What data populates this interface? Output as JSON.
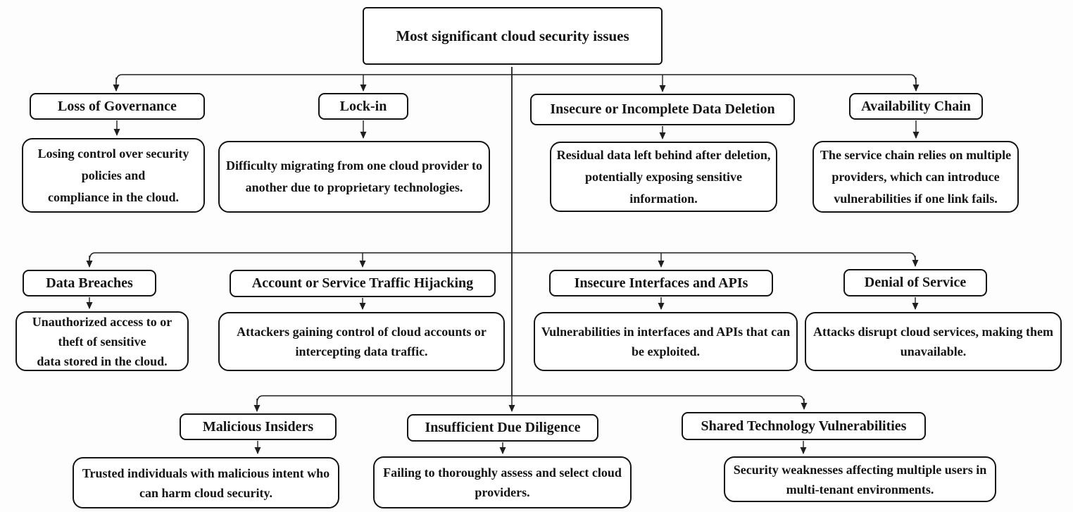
{
  "diagram": {
    "root_label": "Most significant cloud security issues",
    "rows": [
      {
        "items": [
          {
            "label": "Loss of Governance",
            "description": "Losing control over security\npolicies and\ncompliance in the cloud."
          },
          {
            "label": "Lock-in",
            "description": "Difficulty migrating from one cloud provider to\nanother due to proprietary technologies."
          },
          {
            "label": "Insecure or Incomplete Data Deletion",
            "description": "Residual data left behind after deletion,\npotentially exposing sensitive\ninformation."
          },
          {
            "label": "Availability Chain",
            "description": "The service chain relies on multiple\nproviders, which can introduce\nvulnerabilities if one link fails."
          }
        ]
      },
      {
        "items": [
          {
            "label": "Data Breaches",
            "description": "Unauthorized access to or\ntheft of sensitive\ndata stored in the cloud."
          },
          {
            "label": "Account or Service Traffic Hijacking",
            "description": "Attackers gaining control of cloud accounts or\nintercepting data traffic."
          },
          {
            "label": "Insecure Interfaces and APIs",
            "description": "Vulnerabilities in interfaces and APIs that can\nbe exploited."
          },
          {
            "label": "Denial of Service",
            "description": "Attacks disrupt cloud services, making them\nunavailable."
          }
        ]
      },
      {
        "items": [
          {
            "label": "Malicious Insiders",
            "description": "Trusted individuals with malicious intent who\ncan harm cloud security."
          },
          {
            "label": "Insufficient Due Diligence",
            "description": "Failing to thoroughly assess and select cloud\nproviders."
          },
          {
            "label": "Shared Technology Vulnerabilities",
            "description": "Security weaknesses affecting multiple users in\nmulti-tenant environments."
          }
        ]
      }
    ]
  },
  "colors": {
    "background": "#fdfdfd",
    "border": "#141414",
    "line": "#1f1f1f",
    "text": "#141414"
  }
}
